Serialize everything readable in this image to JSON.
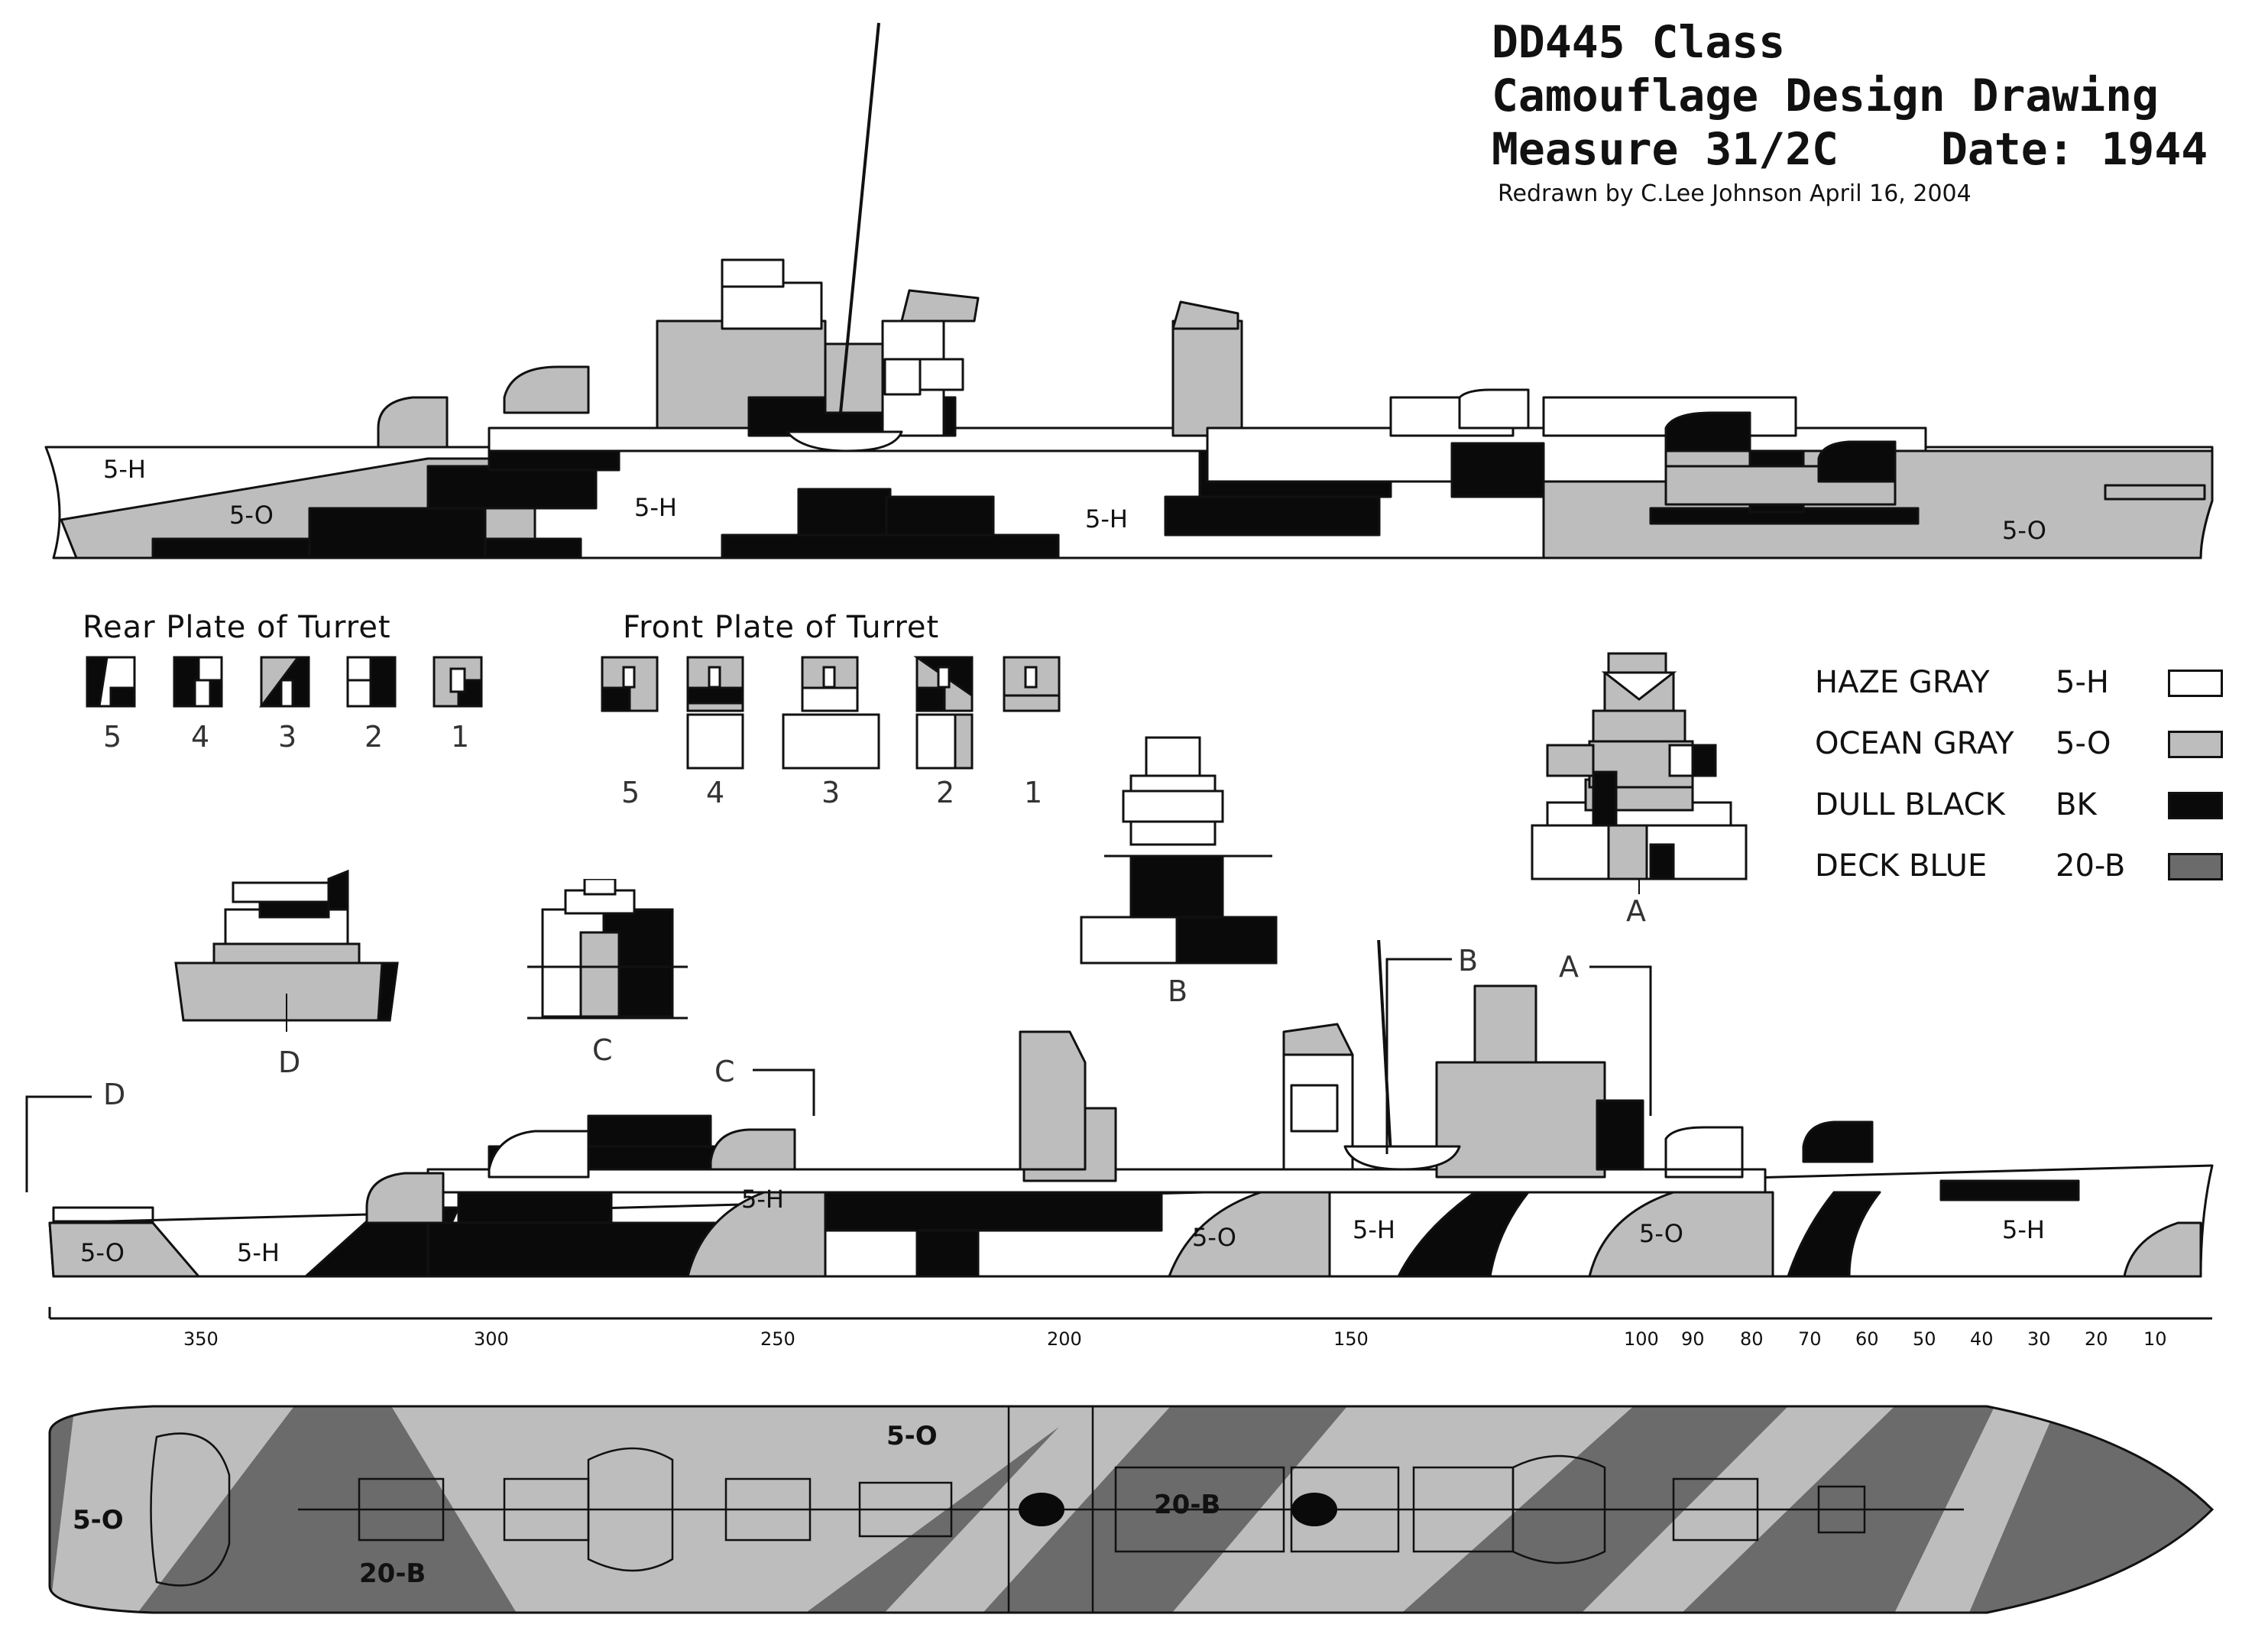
{
  "title": {
    "line1": "DD445 Class",
    "line2": "Camouflage Design Drawing",
    "line3_measure": "Measure 31/2C",
    "line3_date": "Date: 1944",
    "credit": "Redrawn by C.Lee Johnson April 16, 2004"
  },
  "colors": {
    "haze_gray": "#ffffff",
    "ocean_gray": "#bdbdbd",
    "dull_black": "#0a0a0a",
    "deck_blue": "#6b6b6b"
  },
  "legend": [
    {
      "name": "HAZE GRAY",
      "code": "5-H",
      "color": "#ffffff"
    },
    {
      "name": "OCEAN GRAY",
      "code": "5-O",
      "color": "#bdbdbd"
    },
    {
      "name": "DULL BLACK",
      "code": "BK",
      "color": "#0a0a0a"
    },
    {
      "name": "DECK BLUE",
      "code": "20-B",
      "color": "#6b6b6b"
    }
  ],
  "rear_plate": {
    "title": "Rear Plate of Turret",
    "numbers": [
      "5",
      "4",
      "3",
      "2",
      "1"
    ]
  },
  "front_plate": {
    "title": "Front Plate of Turret",
    "numbers": [
      "5",
      "4",
      "3",
      "2",
      "1"
    ]
  },
  "section_labels": {
    "a": "A",
    "b": "B",
    "c": "C",
    "d": "D"
  },
  "starboard_labels": {
    "bow": "5-H",
    "fwd_o": "5-O",
    "mid_h": "5-H",
    "aft_h": "5-H",
    "stern_o": "5-O"
  },
  "port_labels": {
    "stern_o": "5-O",
    "stern_h": "5-H",
    "qd_h": "5-H",
    "mid_o": "5-O",
    "mid_h": "5-H",
    "fwd_o": "5-O",
    "bow_h": "5-H"
  },
  "deck_labels": {
    "aft_o": "5-O",
    "aft_b": "20-B",
    "mid_o": "5-O",
    "mid_b": "20-B"
  },
  "scale": {
    "ticks": [
      "350",
      "300",
      "250",
      "200",
      "150",
      "100",
      "90",
      "80",
      "70",
      "60",
      "50",
      "40",
      "30",
      "20",
      "10"
    ]
  }
}
